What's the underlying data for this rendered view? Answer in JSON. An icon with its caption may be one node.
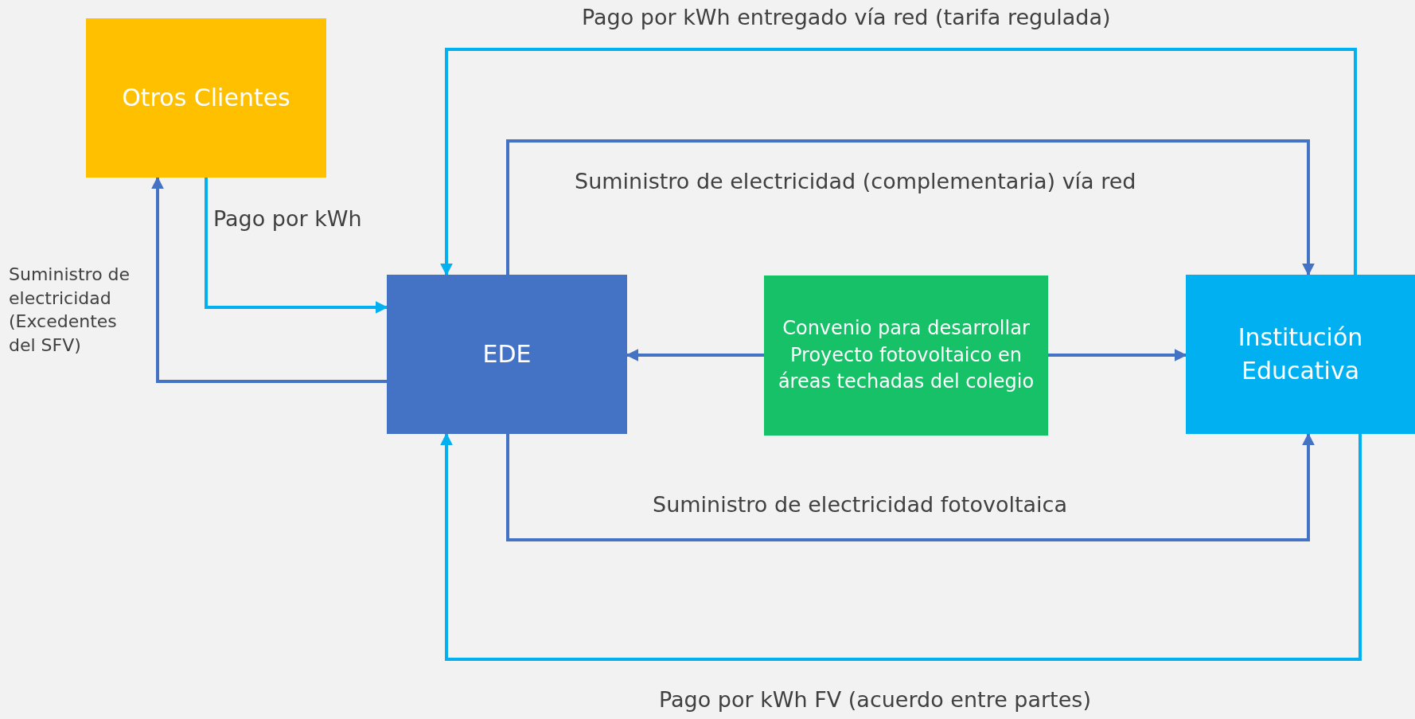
{
  "diagram": {
    "nodes": [
      {
        "text": [
          "Otros Clientes"
        ]
      },
      {
        "text": [
          "EDE"
        ]
      },
      {
        "text": [
          "Convenio para desarrollar Proyecto fotovoltaico en áreas techadas del colegio"
        ]
      },
      {
        "text": [
          "Institución Educativa"
        ]
      }
    ],
    "edges": [
      {
        "from": 0,
        "to": 1,
        "arrow": "to",
        "label": "Pago por kWh",
        "color": "#00b0f0"
      },
      {
        "from": 1,
        "to": 0,
        "arrow": "to",
        "label": "Suministro de electricidad (Excedentes del SFV)"
      },
      {
        "from": 2,
        "to": 1,
        "arrow": "to"
      },
      {
        "from": 2,
        "to": 3,
        "arrow": "to"
      },
      {
        "from": 1,
        "to": 3,
        "arrow": "to",
        "label": "Suministro de electricidad (complementaria) vía red"
      },
      {
        "from": 3,
        "to": 1,
        "arrow": "to",
        "label": "Pago por kWh entregado vía red (tarifa regulada)",
        "color": "#00b0f0"
      },
      {
        "from": 1,
        "to": 3,
        "arrow": "to",
        "label": "Suministro de electricidad fotovoltaica"
      },
      {
        "from": 3,
        "to": 1,
        "arrow": "to",
        "label": "Pago por kWh FV (acuerdo entre partes)",
        "color": "#00b0f0"
      }
    ]
  }
}
